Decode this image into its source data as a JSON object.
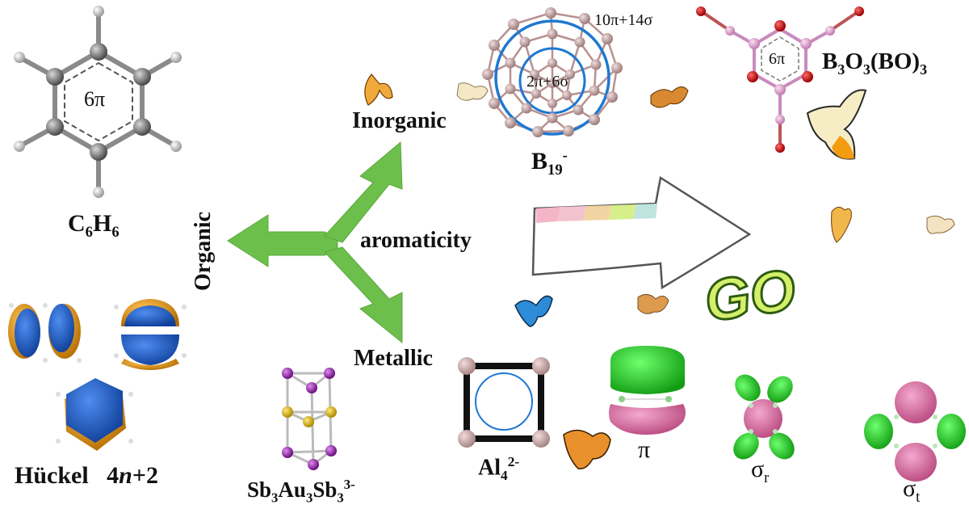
{
  "labels": {
    "organic": "Organic",
    "inorganic": "Inorganic",
    "metallic": "Metallic",
    "aromaticity": "aromaticity",
    "go": "GO"
  },
  "benzene": {
    "formula": "C6H6",
    "f1": "C",
    "f2": "6",
    "f3": "H",
    "f4": "6",
    "ring_label": "6π"
  },
  "b19": {
    "base": "B",
    "sub": "19",
    "sup": "-",
    "outer_count": "10π+14σ",
    "inner_count": "2π+6σ"
  },
  "b3o3": {
    "text": "B3O3(BO)3",
    "p1": "B",
    "s1": "3",
    "p2": "O",
    "s2": "3",
    "p3": "(BO)",
    "s3": "3",
    "ring_label": "6π"
  },
  "huckel": {
    "word": "Hückel",
    "rule_a": "4",
    "rule_n": "n",
    "rule_b": "+2"
  },
  "sbausb": {
    "a": "Sb",
    "s1": "3",
    "b": "Au",
    "s2": "3",
    "c": "Sb",
    "s3": "3",
    "charge": "3-"
  },
  "al4": {
    "base": "Al",
    "sub": "4",
    "charge": "2-"
  },
  "orbitals": {
    "pi": "π",
    "sigma_r": "σ",
    "sigma_r_sub": "r",
    "sigma_t": "σ",
    "sigma_t_sub": "t"
  },
  "colors": {
    "arrow_green": "#6dbf4b",
    "ring_blue": "#1f78d1",
    "orbital_orange": "#e39a1c",
    "orbital_blue": "#1f5fc4",
    "orbital_green": "#1ec41e",
    "orbital_pink": "#d96aa0"
  }
}
